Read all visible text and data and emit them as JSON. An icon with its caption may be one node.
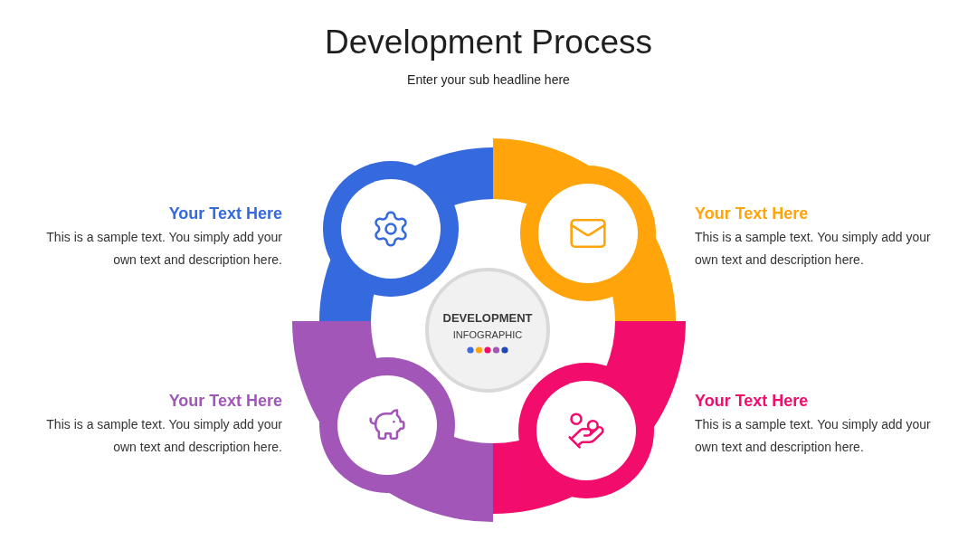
{
  "diagram": {
    "title": "Development Process",
    "nodes": [
      {
        "text": [],
        "shape": "arc",
        "beside": [
          "Your Text Here",
          "This is a sample text. You simply add your own text and description here."
        ]
      },
      {
        "text": [],
        "shape": "arc",
        "beside": [
          "Your Text Here",
          "This is a sample text. You simply add your own text and description here."
        ]
      },
      {
        "text": [
          "DEVELOPMENT",
          "INFOGRAPHIC"
        ]
      },
      {
        "text": [],
        "shape": "arc",
        "beside": [
          "Your Text Here",
          "This is a sample text. You simply add your own text and description here."
        ]
      },
      {
        "text": [],
        "shape": "arc",
        "beside": [
          "Your Text Here",
          "This is a sample text. You simply add your own text and description here."
        ]
      }
    ],
    "labels": [
      "Enter your sub headline here"
    ]
  }
}
